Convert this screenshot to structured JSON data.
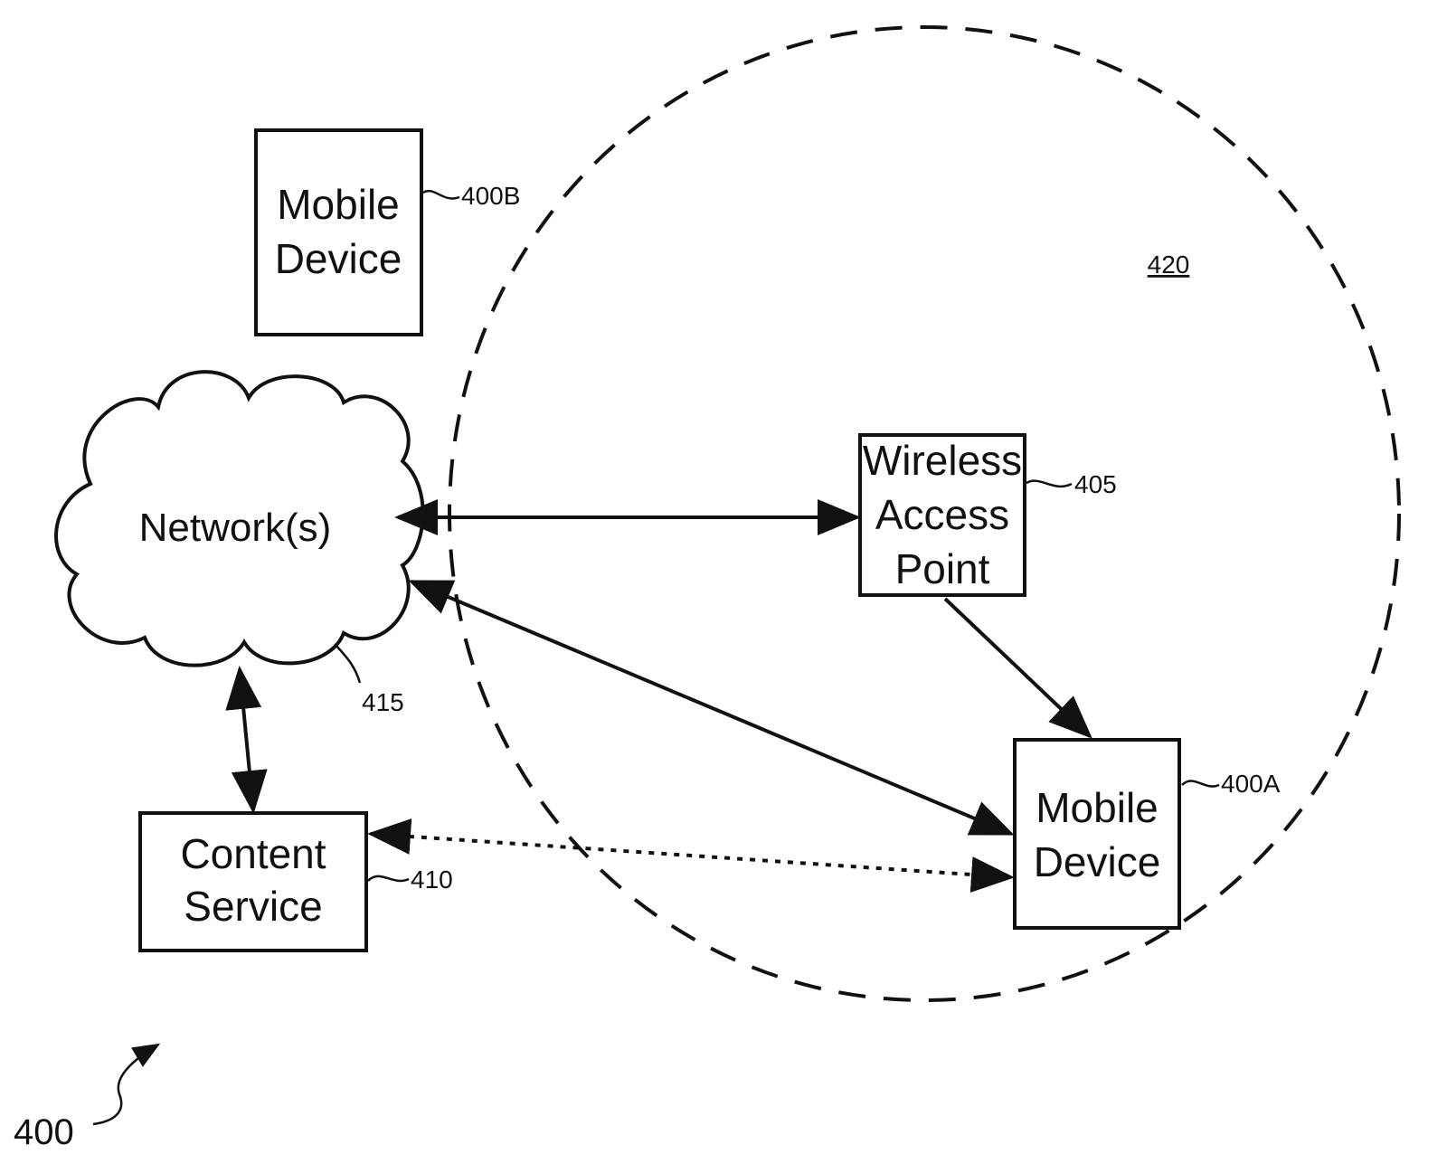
{
  "figure_number": "400",
  "coverage_area": {
    "ref": "420"
  },
  "nodes": {
    "mobile_device_b": {
      "lines": [
        "Mobile",
        "Device"
      ],
      "ref": "400B"
    },
    "network": {
      "label": "Network(s)",
      "ref": "415"
    },
    "wireless_access_point": {
      "lines": [
        "Wireless",
        "Access",
        "Point"
      ],
      "ref": "405"
    },
    "mobile_device_a": {
      "lines": [
        "Mobile",
        "Device"
      ],
      "ref": "400A"
    },
    "content_service": {
      "lines": [
        "Content",
        "Service"
      ],
      "ref": "410"
    }
  },
  "connections": [
    {
      "from": "network",
      "to": "wireless_access_point",
      "style": "solid",
      "direction": "bidirectional"
    },
    {
      "from": "network",
      "to": "mobile_device_a",
      "style": "solid",
      "direction": "bidirectional"
    },
    {
      "from": "wireless_access_point",
      "to": "mobile_device_a",
      "style": "solid",
      "direction": "forward"
    },
    {
      "from": "network",
      "to": "content_service",
      "style": "solid",
      "direction": "bidirectional"
    },
    {
      "from": "content_service",
      "to": "mobile_device_a",
      "style": "dotted",
      "direction": "bidirectional"
    }
  ],
  "colors": {
    "ink": "#111111",
    "background": "#ffffff"
  }
}
